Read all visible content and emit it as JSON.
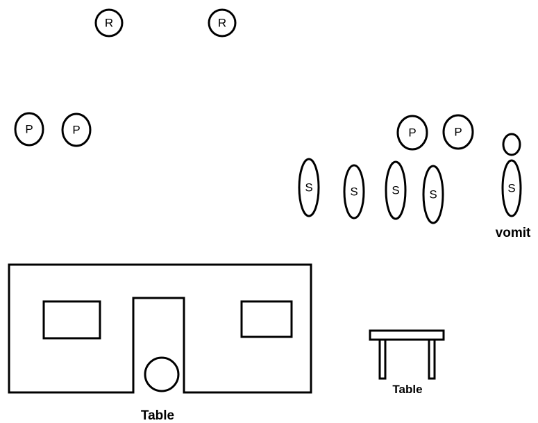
{
  "people": {
    "r_label": "R",
    "p_label": "P",
    "s_label": "S"
  },
  "labels": {
    "vomit": "vomit",
    "big_table": "Table",
    "small_table": "Table"
  }
}
